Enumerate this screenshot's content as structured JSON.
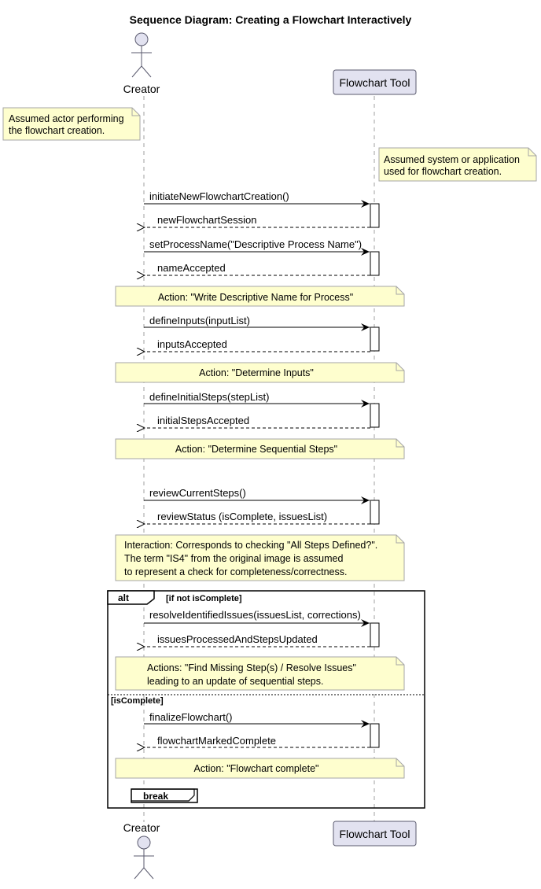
{
  "title": "Sequence Diagram: Creating a Flowchart Interactively",
  "participants": {
    "creator": "Creator",
    "tool": "Flowchart Tool"
  },
  "notes": {
    "creator_note": [
      "Assumed actor performing",
      "the flowchart creation."
    ],
    "tool_note": [
      "Assumed system or application",
      "used for flowchart creation."
    ],
    "action_name": "Action: \"Write Descriptive Name for Process\"",
    "action_inputs": "Action: \"Determine Inputs\"",
    "action_steps": "Action: \"Determine Sequential Steps\"",
    "interaction": [
      "Interaction: Corresponds to checking \"All Steps Defined?\".",
      "The term \"IS4\" from the original image is assumed",
      "to represent a check for completeness/correctness."
    ],
    "actions_resolve": [
      "Actions: \"Find Missing Step(s) / Resolve Issues\"",
      "leading to an update of sequential steps."
    ],
    "action_complete": "Action: \"Flowchart complete\""
  },
  "messages": {
    "m1": "initiateNewFlowchartCreation()",
    "r1": "newFlowchartSession",
    "m2": "setProcessName(\"Descriptive Process Name\")",
    "r2": "nameAccepted",
    "m3": "defineInputs(inputList)",
    "r3": "inputsAccepted",
    "m4": "defineInitialSteps(stepList)",
    "r4": "initialStepsAccepted",
    "m5": "reviewCurrentSteps()",
    "r5": "reviewStatus (isComplete, issuesList)",
    "m6": "resolveIdentifiedIssues(issuesList, corrections)",
    "r6": "issuesProcessedAndStepsUpdated",
    "m7": "finalizeFlowchart()",
    "r7": "flowchartMarkedComplete"
  },
  "frames": {
    "alt_label": "alt",
    "alt_guard": "[if not isComplete]",
    "else_guard": "[isComplete]",
    "break_label": "break"
  }
}
